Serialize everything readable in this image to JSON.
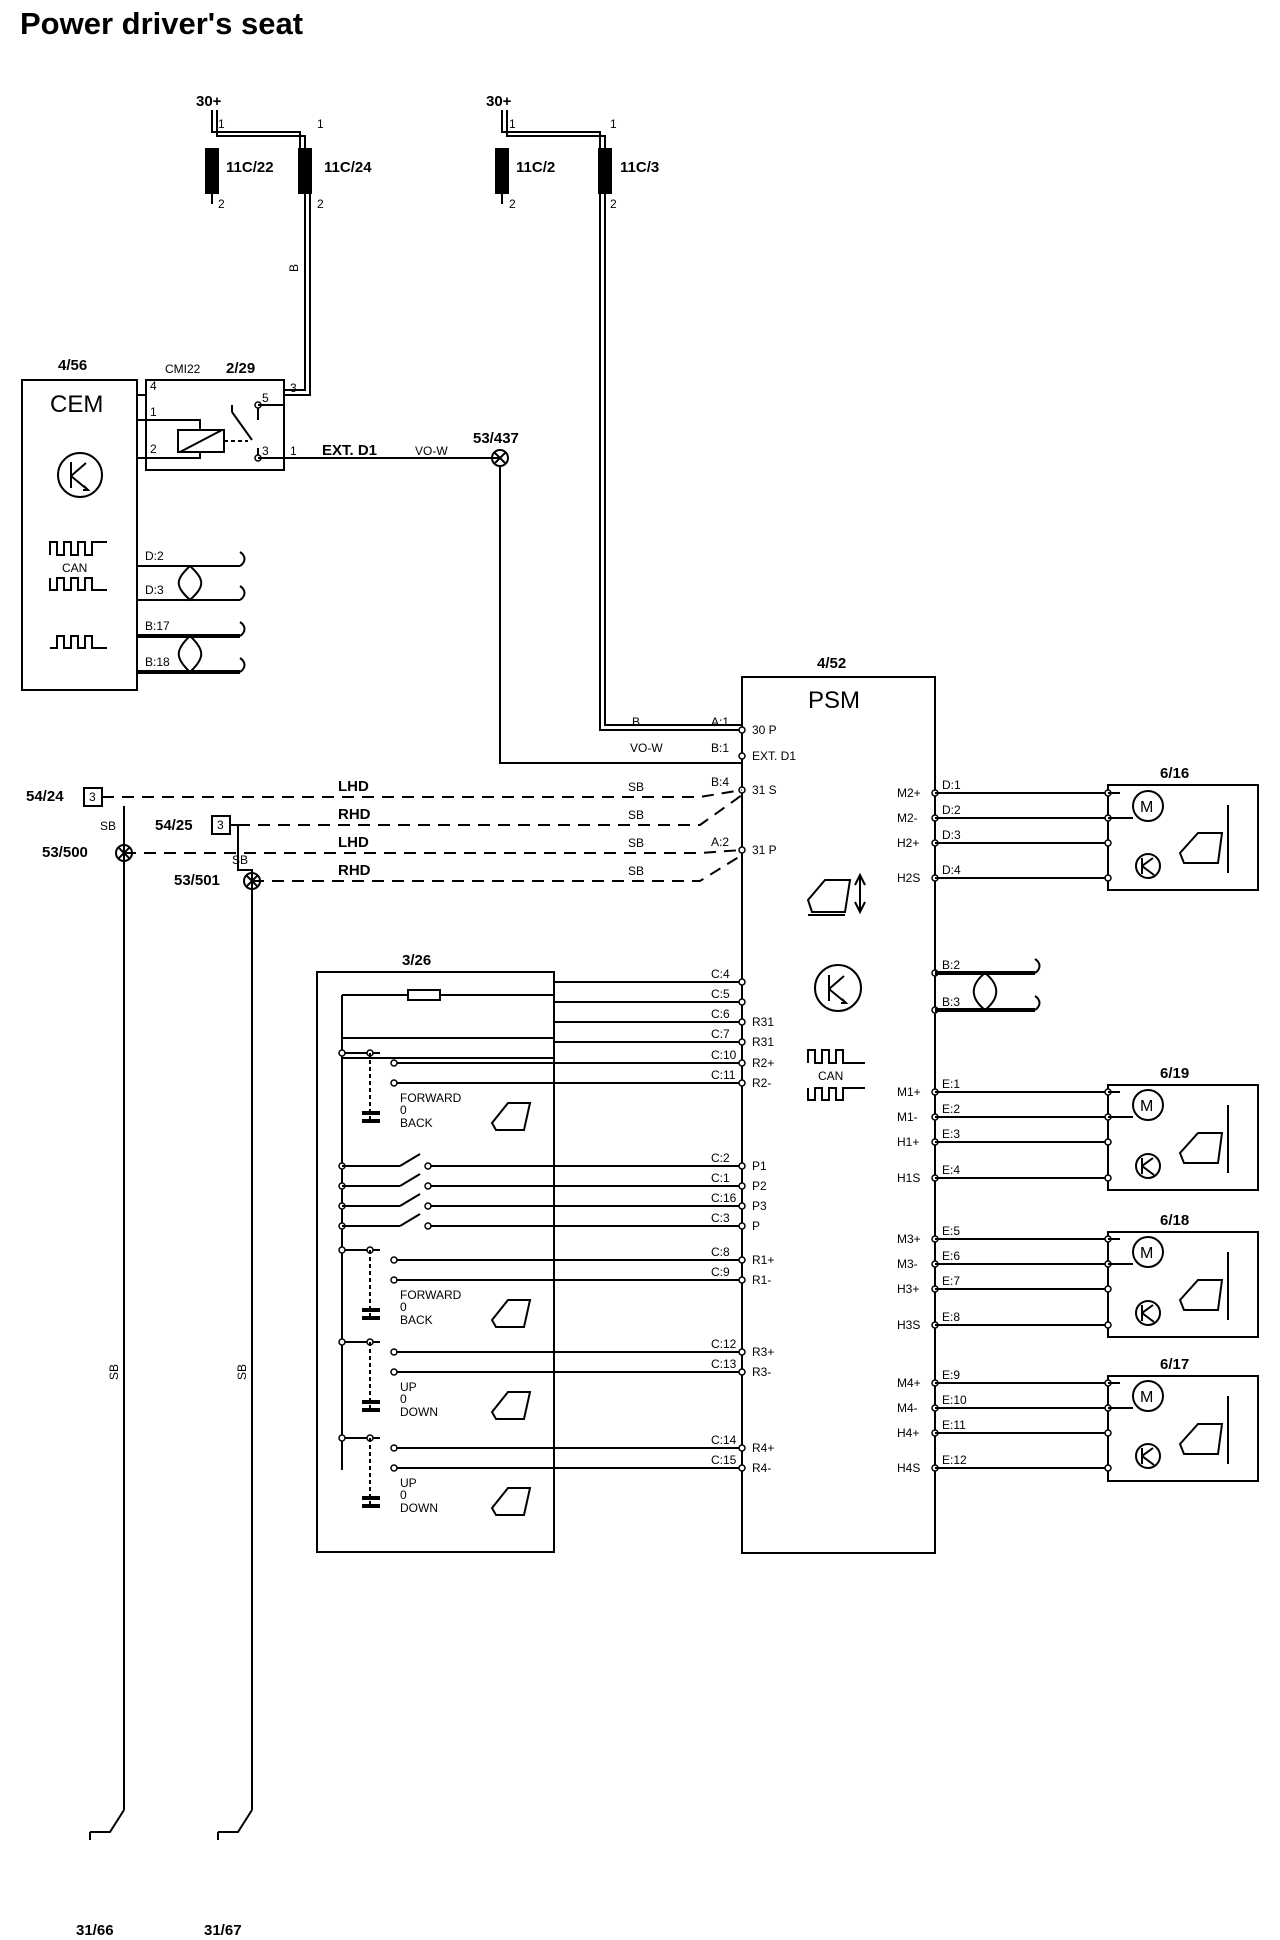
{
  "title": "Power driver's seat",
  "fuses": [
    {
      "supply": "30+",
      "left": "11C/22",
      "right": "11C/24"
    },
    {
      "supply": "30+",
      "left": "11C/2",
      "right": "11C/3"
    }
  ],
  "fuse_pins": {
    "in": "1",
    "out": "2"
  },
  "cem": {
    "ref": "4/56",
    "label": "CEM",
    "can_label": "CAN",
    "pins": [
      "D:2",
      "D:3",
      "B:17",
      "B:18"
    ]
  },
  "relay": {
    "ref": "2/29",
    "code": "CMI22",
    "pins": [
      "4",
      "1",
      "2",
      "5",
      "3",
      "3",
      "1"
    ]
  },
  "ext_d1": {
    "label": "EXT. D1",
    "color": "VO-W",
    "splice": "53/437"
  },
  "wire_b": "B",
  "psm": {
    "ref": "4/52",
    "label": "PSM",
    "can_label": "CAN",
    "left_pins": [
      {
        "conn": "A:1",
        "name": "30 P",
        "color": "B"
      },
      {
        "conn": "B:1",
        "name": "EXT. D1",
        "color": "VO-W"
      },
      {
        "conn": "B:4",
        "name": "31 S",
        "color": "SB"
      },
      {
        "conn": "A:2",
        "name": "31 P",
        "color": "SB"
      },
      {
        "conn": "C:4",
        "name": ""
      },
      {
        "conn": "C:5",
        "name": ""
      },
      {
        "conn": "C:6",
        "name": "R31"
      },
      {
        "conn": "C:7",
        "name": "R31"
      },
      {
        "conn": "C:10",
        "name": "R2+"
      },
      {
        "conn": "C:11",
        "name": "R2-"
      },
      {
        "conn": "C:2",
        "name": "P1"
      },
      {
        "conn": "C:1",
        "name": "P2"
      },
      {
        "conn": "C:16",
        "name": "P3"
      },
      {
        "conn": "C:3",
        "name": "P"
      },
      {
        "conn": "C:8",
        "name": "R1+"
      },
      {
        "conn": "C:9",
        "name": "R1-"
      },
      {
        "conn": "C:12",
        "name": "R3+"
      },
      {
        "conn": "C:13",
        "name": "R3-"
      },
      {
        "conn": "C:14",
        "name": "R4+"
      },
      {
        "conn": "C:15",
        "name": "R4-"
      }
    ],
    "right_pins": [
      {
        "name": "M2+",
        "conn": "D:1"
      },
      {
        "name": "M2-",
        "conn": "D:2"
      },
      {
        "name": "H2+",
        "conn": "D:3"
      },
      {
        "name": "H2S",
        "conn": "D:4"
      },
      {
        "name": "",
        "conn": "B:2"
      },
      {
        "name": "",
        "conn": "B:3"
      },
      {
        "name": "M1+",
        "conn": "E:1"
      },
      {
        "name": "M1-",
        "conn": "E:2"
      },
      {
        "name": "H1+",
        "conn": "E:3"
      },
      {
        "name": "H1S",
        "conn": "E:4"
      },
      {
        "name": "M3+",
        "conn": "E:5"
      },
      {
        "name": "M3-",
        "conn": "E:6"
      },
      {
        "name": "H3+",
        "conn": "E:7"
      },
      {
        "name": "H3S",
        "conn": "E:8"
      },
      {
        "name": "M4+",
        "conn": "E:9"
      },
      {
        "name": "M4-",
        "conn": "E:10"
      },
      {
        "name": "H4+",
        "conn": "E:11"
      },
      {
        "name": "H4S",
        "conn": "E:12"
      }
    ]
  },
  "motors": [
    "6/16",
    "6/19",
    "6/18",
    "6/17"
  ],
  "ground_links": [
    {
      "connector": "54/24",
      "pin": "3",
      "splice": "53/500",
      "ground": "31/66",
      "color": "SB"
    },
    {
      "connector": "54/25",
      "pin": "3",
      "splice": "53/501",
      "ground": "31/67",
      "color": "SB"
    }
  ],
  "wire_labels": {
    "lhd": "LHD",
    "rhd": "RHD",
    "sb": "SB"
  },
  "switch": {
    "ref": "3/26",
    "groups": [
      {
        "a": "FORWARD",
        "mid": "0",
        "b": "BACK"
      },
      {
        "a": "FORWARD",
        "mid": "0",
        "b": "BACK"
      },
      {
        "a": "UP",
        "mid": "0",
        "b": "DOWN"
      },
      {
        "a": "UP",
        "mid": "0",
        "b": "DOWN"
      }
    ]
  }
}
